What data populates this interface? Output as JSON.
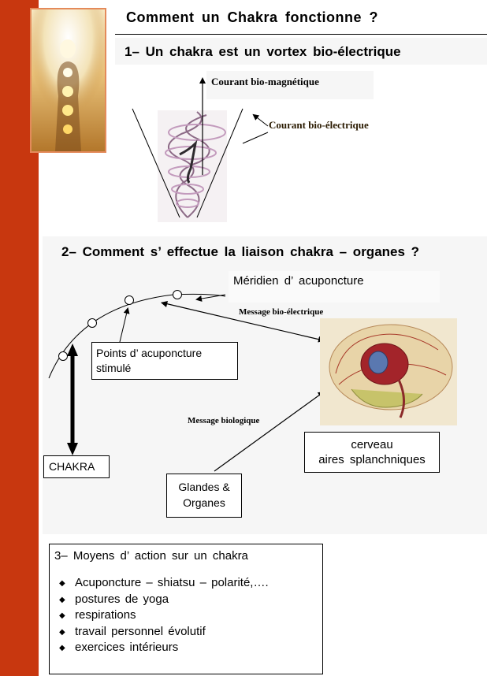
{
  "title": "Comment  un  Chakra   fonctionne ?",
  "section1": {
    "heading": "1– Un  chakra  est  un  vortex  bio-électrique",
    "label_magnetic": "Courant  bio-magnétique",
    "label_electric": "Courant  bio-électrique"
  },
  "section2": {
    "heading": "2– Comment  s’  effectue la  liaison  chakra – organes ?",
    "meridien": "Méridien  d’ acuponcture",
    "message_bioelectrique": "Message bio-électrique",
    "message_biologique": "Message biologique",
    "points_line1": "Points  d’ acuponcture",
    "points_line2": "stimulé",
    "chakra": "CHAKRA",
    "cerveau_line1": "cerveau",
    "cerveau_line2": "aires  splanchniques",
    "glandes_line1": "Glandes &",
    "glandes_line2": "Organes"
  },
  "section3": {
    "heading": "3– Moyens  d’  action  sur  un  chakra",
    "items": [
      "Acuponcture – shiatsu –  polarité,….",
      "postures  de  yoga",
      "respirations",
      "travail  personnel  évolutif",
      "exercices  intérieurs"
    ]
  },
  "colors": {
    "sidebar": "#c8370f",
    "panel": "#f6f6f6"
  }
}
